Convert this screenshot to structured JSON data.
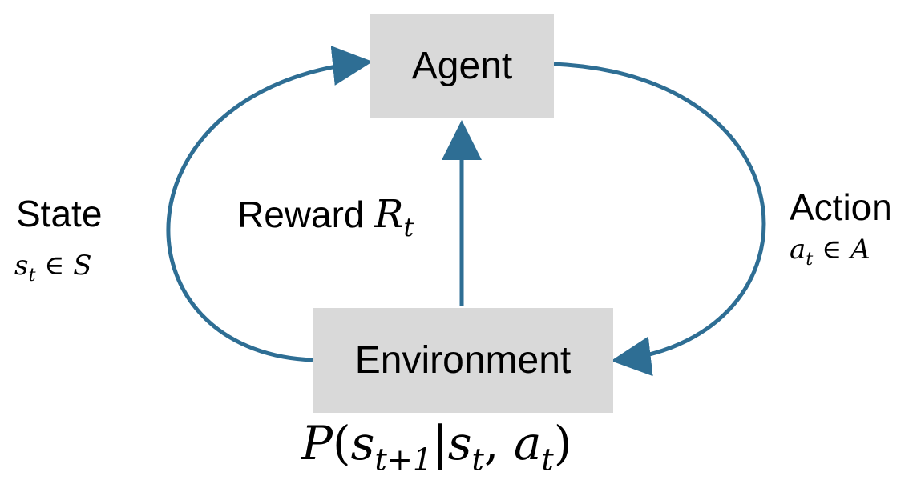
{
  "nodes": {
    "agent": "Agent",
    "environment": "Environment"
  },
  "edges": {
    "state": {
      "label": "State",
      "math_symbol": "s",
      "math_sub": "t",
      "math_rest": " ∈ S"
    },
    "action": {
      "label": "Action",
      "math_symbol": "a",
      "math_sub": "t",
      "math_rest": " ∈ A"
    },
    "reward": {
      "label": "Reward",
      "math_symbol": "R",
      "math_sub": "t"
    }
  },
  "transition": {
    "p": "P",
    "open": "(",
    "s1": "s",
    "s1_sub": "t+1",
    "bar": "|",
    "s2": "s",
    "s2_sub": "t",
    "comma": ", ",
    "a": "a",
    "a_sub": "t",
    "close": ")"
  },
  "colors": {
    "arrow": "#2e6e94",
    "box_fill": "#d9d9d9"
  }
}
